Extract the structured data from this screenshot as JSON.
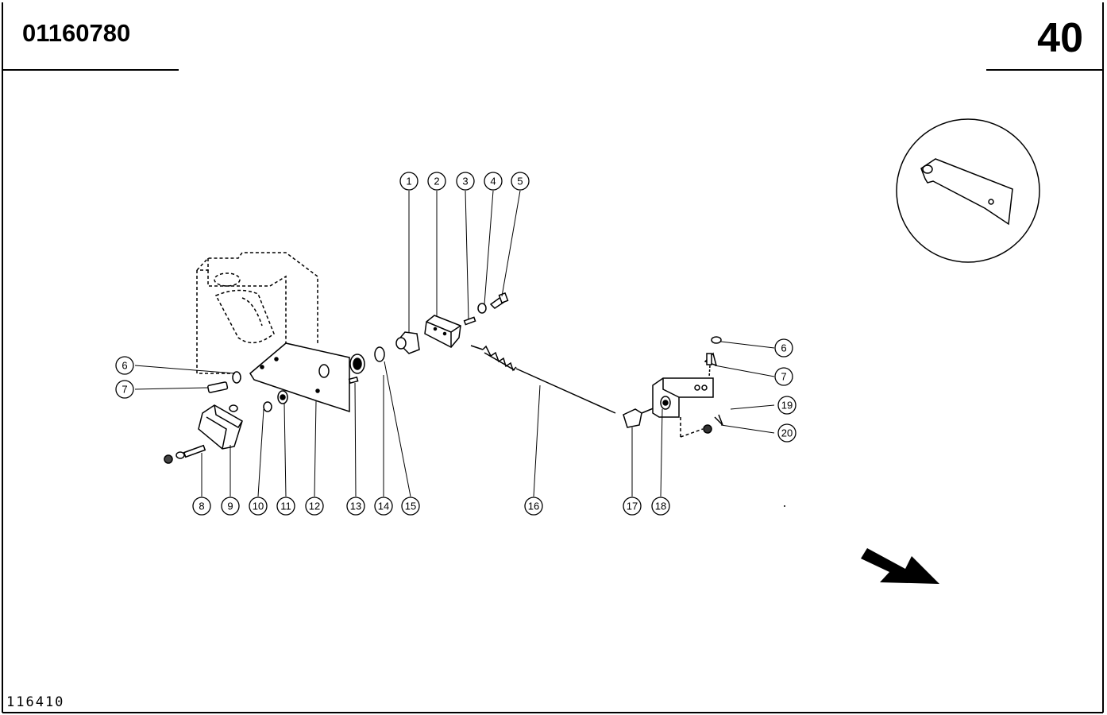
{
  "header": {
    "part_code": "01160780",
    "page_number": "40"
  },
  "footer": {
    "reference": "116410"
  },
  "callouts": [
    "1",
    "2",
    "3",
    "4",
    "5",
    "6",
    "7",
    "8",
    "9",
    "10",
    "11",
    "12",
    "13",
    "14",
    "15",
    "16",
    "17",
    "18",
    "19",
    "20"
  ],
  "icons": {
    "direction_arrow": "arrow-down-right-icon",
    "detail_view": "bracket-detail-inset"
  }
}
